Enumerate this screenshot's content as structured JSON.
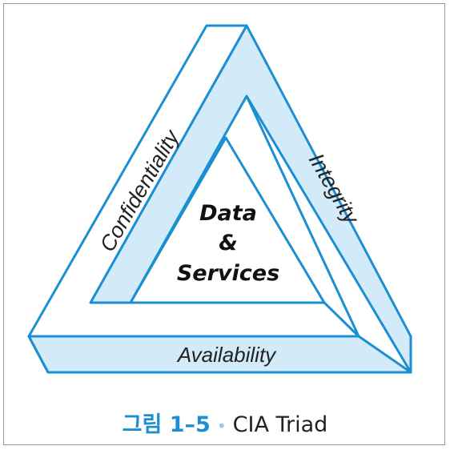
{
  "diagram": {
    "sides": {
      "left": "Confidentiality",
      "right": "Integrity",
      "bottom": "Availability"
    },
    "center": [
      "Data",
      "&",
      "Services"
    ]
  },
  "caption": {
    "figure_label": "그림 1–5",
    "separator": "•",
    "title": "CIA Triad"
  },
  "colors": {
    "stroke": "#1b8fd2",
    "fill_light": "#d3ebf8",
    "background": "#ffffff"
  }
}
